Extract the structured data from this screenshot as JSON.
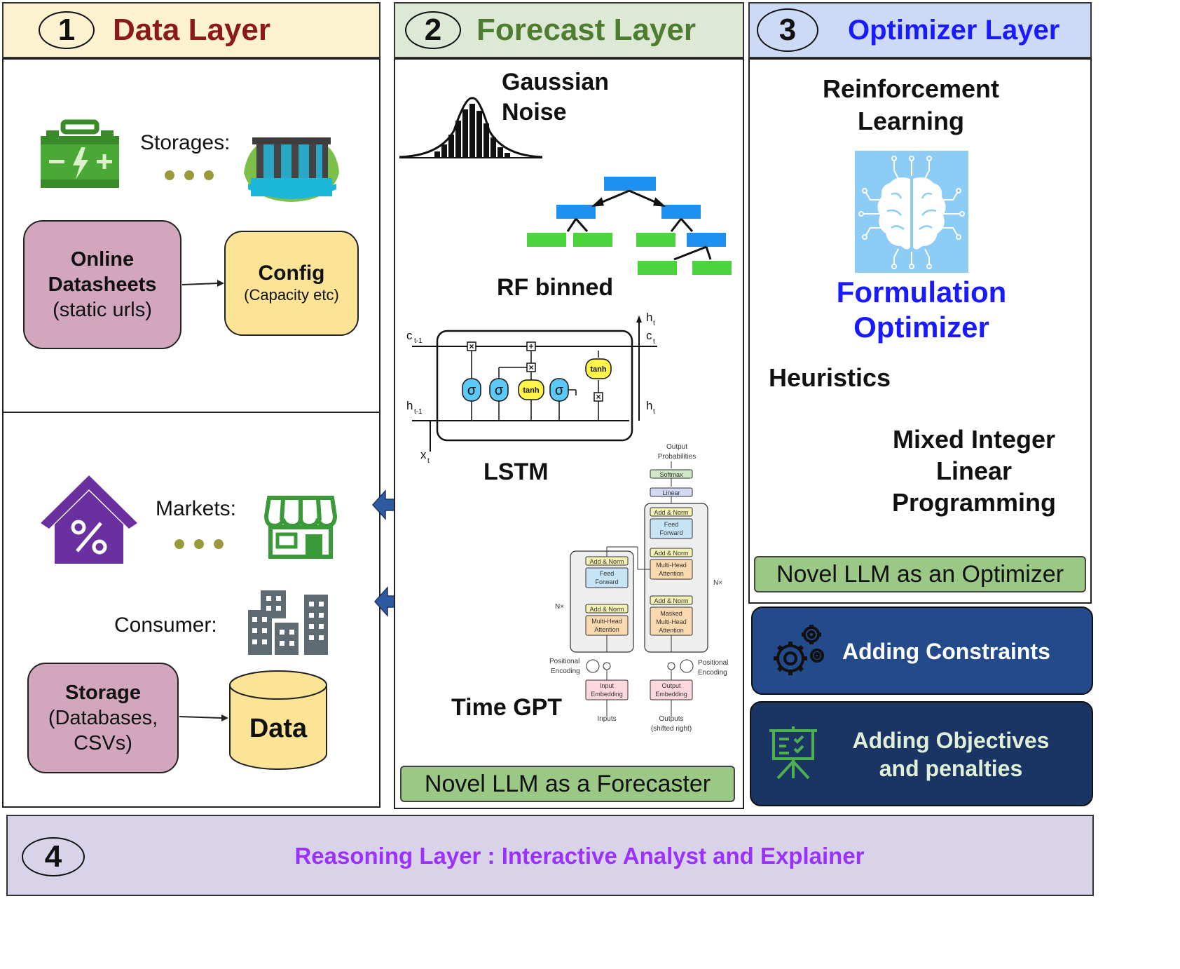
{
  "data_layer": {
    "number": "1",
    "title": "Data Layer",
    "storages_label": "Storages:",
    "markets_label": "Markets:",
    "consumer_label": "Consumer:",
    "online_datasheets": {
      "line1": "Online",
      "line2": "Datasheets",
      "line3": "(static urls)"
    },
    "config": {
      "title": "Config",
      "subtitle": "(Capacity etc)"
    },
    "storage_box": {
      "line1": "Storage",
      "line2": "(Databases,",
      "line3": "CSVs)"
    },
    "data_label": "Data"
  },
  "forecast_layer": {
    "number": "2",
    "title": "Forecast Layer",
    "gaussian": {
      "line1": "Gaussian",
      "line2": "Noise"
    },
    "rf_label": "RF binned",
    "lstm_label": "LSTM",
    "timegpt_label": "Time GPT",
    "novel_llm": "Novel LLM as a Forecaster",
    "lstm_diagram": {
      "c_prev": "c",
      "c_prev_sub": "t-1",
      "h_prev": "h",
      "h_prev_sub": "t-1",
      "x": "x",
      "x_sub": "t",
      "h_out": "h",
      "h_out_sub": "t",
      "c_out": "c",
      "c_out_sub": "t",
      "h_right": "h",
      "h_right_sub": "t",
      "sigma": "σ",
      "tanh": "tanh"
    },
    "transformer": {
      "output_top1": "Output",
      "output_top2": "Probabilities",
      "softmax": "Softmax",
      "linear": "Linear",
      "add_norm": "Add & Norm",
      "feed_forward1": "Feed",
      "feed_forward2": "Forward",
      "mha1": "Multi-Head",
      "mha2": "Attention",
      "masked1": "Masked",
      "masked2": "Multi-Head",
      "masked3": "Attention",
      "nx": "N×",
      "pos_enc1": "Positional",
      "pos_enc2": "Encoding",
      "input_emb1": "Input",
      "input_emb2": "Embedding",
      "output_emb1": "Output",
      "output_emb2": "Embedding",
      "inputs": "Inputs",
      "outputs1": "Outputs",
      "outputs2": "(shifted right)"
    }
  },
  "optimizer_layer": {
    "number": "3",
    "title": "Optimizer Layer",
    "rl": {
      "line1": "Reinforcement",
      "line2": "Learning"
    },
    "formulation": {
      "line1": "Formulation",
      "line2": "Optimizer"
    },
    "heuristics": "Heuristics",
    "milp": {
      "line1": "Mixed Integer",
      "line2": "Linear",
      "line3": "Programming"
    },
    "novel_llm": "Novel LLM as an Optimizer",
    "constraints": "Adding Constraints",
    "objectives": {
      "line1": "Adding Objectives",
      "line2": "and penalties"
    }
  },
  "reasoning_layer": {
    "number": "4",
    "title": "Reasoning Layer : Interactive Analyst and Explainer"
  },
  "colors": {
    "data_title": "#8b1a1a",
    "forecast_title": "#4e7d32",
    "optimizer_title": "#1a1aff",
    "reasoning_title": "#9b30ff",
    "data_hdr_bg": "#fcf2d0",
    "forecast_hdr_bg": "#dde9d5",
    "optimizer_hdr_bg": "#ccdaf5",
    "reasoning_bg": "#d8d3e8",
    "pink_box": "#d2a7bd",
    "yellow_box": "#fce496",
    "green_bar": "#9cc886",
    "blue_btn1": "#234a8a",
    "blue_btn2": "#1a3564"
  }
}
